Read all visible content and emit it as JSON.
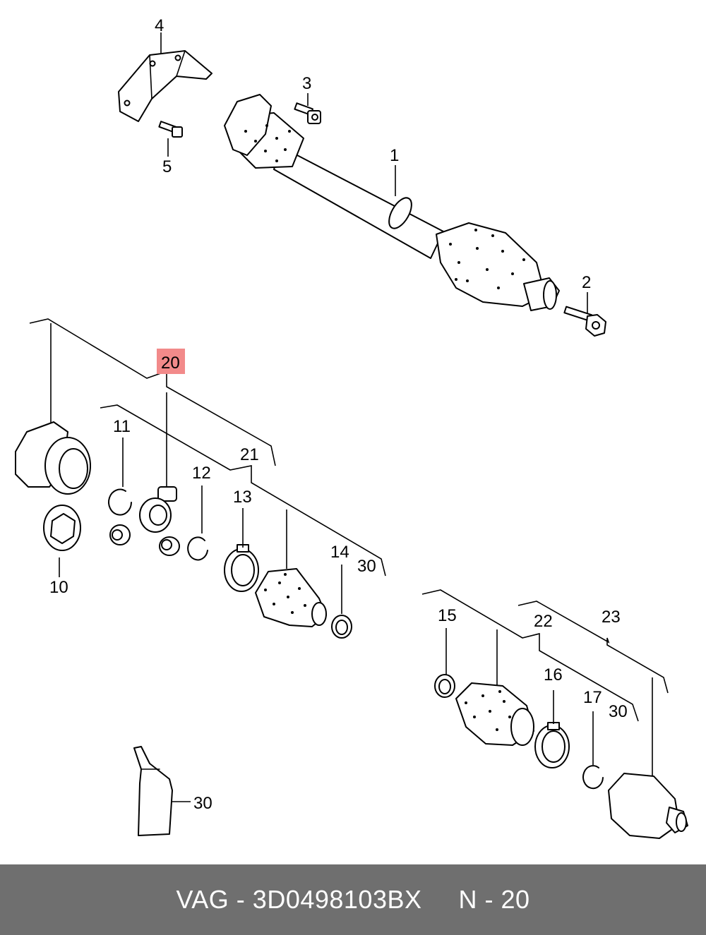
{
  "diagram": {
    "callouts": {
      "c1": "1",
      "c2": "2",
      "c3": "3",
      "c4": "4",
      "c5": "5",
      "c10": "10",
      "c11": "11",
      "c12": "12",
      "c13": "13",
      "c14": "14",
      "c15": "15",
      "c16": "16",
      "c17": "17",
      "c20": "20",
      "c21": "21",
      "c22": "22",
      "c23": "23",
      "c30a": "30",
      "c30b": "30",
      "c30c": "30"
    },
    "highlight_color": "#f28a8a"
  },
  "footer": {
    "part_ref": "VAG - 3D0498103BX",
    "position_ref": "N - 20",
    "background": "#6f6f6f"
  }
}
